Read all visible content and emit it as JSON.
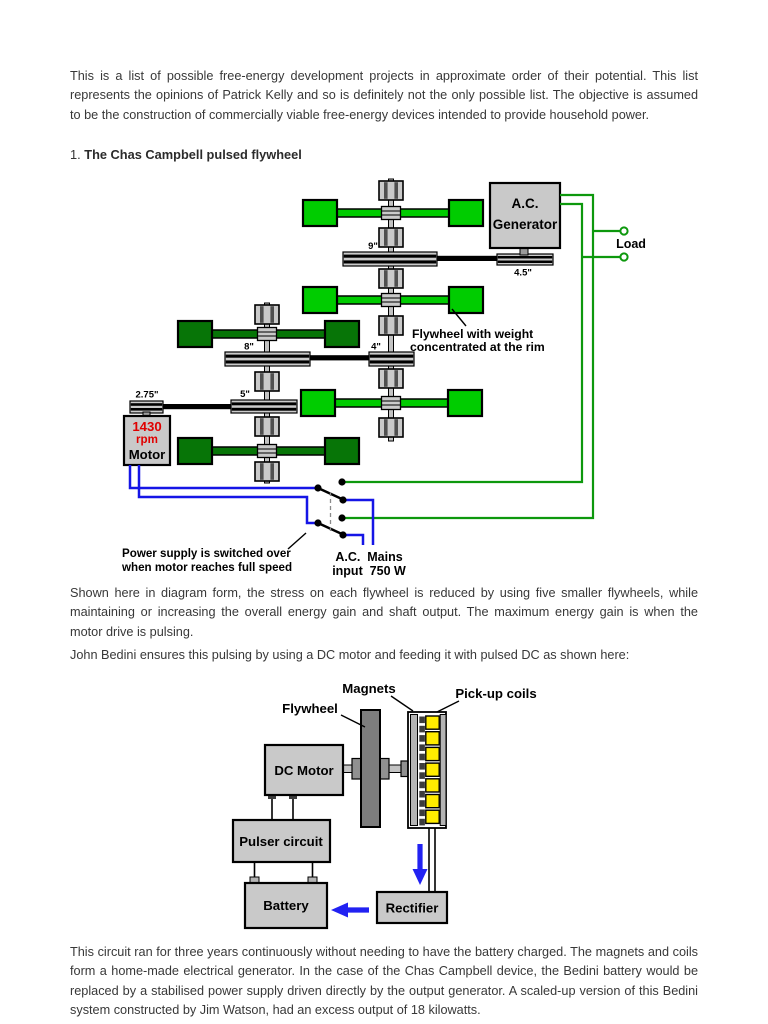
{
  "page": {
    "intro": "This is a list of possible free-energy development projects in approximate order of their potential.  This list represents the opinions of Patrick Kelly and so is definitely not the only possible list.  The objective is assumed to be the construction of commercially viable free-energy devices intended to provide household power.",
    "heading_number": "1.",
    "heading_title": "The Chas Campbell pulsed flywheel",
    "para_flywheels": "Shown here in diagram form, the stress on each flywheel is reduced by using five smaller flywheels, while maintaining or increasing the overall energy gain and shaft output.  The maximum energy gain is when the motor drive is pulsing.",
    "para_bedini": "John Bedini ensures this pulsing by using a DC motor and feeding it with pulsed DC as shown here:",
    "para_closing": "This circuit ran for three years continuously without needing to have the battery charged.  The magnets and coils form a home-made electrical generator.  In the case of the Chas Campbell device, the Bedini battery would be replaced by a stabilised power supply driven directly by the output generator.  A scaled-up version of this Bedini system constructed by Jim Watson, had an excess output of 18 kilowatts."
  },
  "diagram1": {
    "generator_line1": "A.C.",
    "generator_line2": "Generator",
    "load_label": "Load",
    "dim_9": "9\"",
    "dim_45": "4.5\"",
    "dim_8": "8\"",
    "dim_4": "4\"",
    "dim_5": "5\"",
    "dim_275": "2.75\"",
    "motor_1430": "1430",
    "motor_rpm": "rpm",
    "motor_label": "Motor",
    "flywheel_note_line1": "Flywheel with weight",
    "flywheel_note_line2": "concentrated at the rim",
    "switch_note_line1": "Power supply is switched over",
    "switch_note_line2": "when motor reaches full speed",
    "mains_line1": "A.C.  Mains",
    "mains_line2": "input  750 W"
  },
  "diagram2": {
    "flywheel_label": "Flywheel",
    "magnets_label": "Magnets",
    "pickup_label": "Pick-up coils",
    "dc_motor_label": "DC Motor",
    "pulser_label": "Pulser circuit",
    "battery_label": "Battery",
    "rectifier_label": "Rectifier"
  },
  "colors": {
    "bright": "#00cc00",
    "dark": "#077507",
    "wgreen": "#0d980d",
    "wblue": "#1515e6",
    "ablue": "#2222f2",
    "gray": "#c9c9c9",
    "dgray": "#7d7d7d",
    "yellow": "#ffec00",
    "red": "#e00000"
  }
}
